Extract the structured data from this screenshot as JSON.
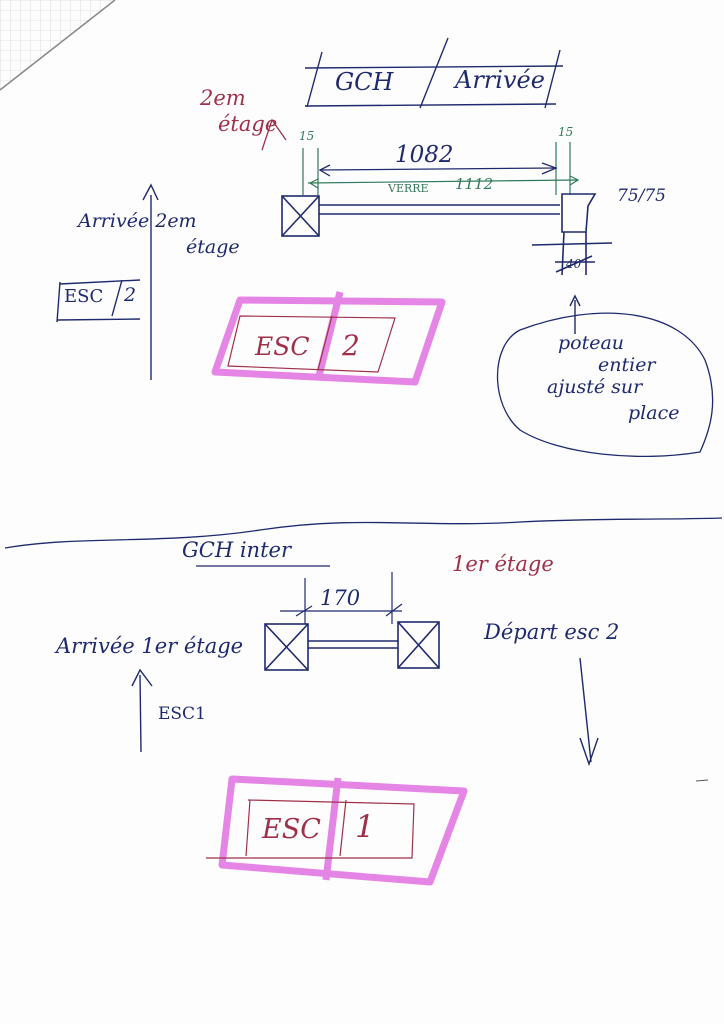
{
  "top_section": {
    "title_left": "GCH",
    "title_right": "Arrivée",
    "floor_note": [
      "2em",
      "étage"
    ],
    "dim_left": "15",
    "dim_right": "15",
    "span": "1082",
    "glass_label": "VERRE",
    "glass_value": "1112",
    "post_size": "75/75",
    "post_width": "40",
    "arrival_note": [
      "Arrivée 2em",
      "étage"
    ],
    "esc_small": [
      "ESC",
      "2"
    ],
    "esc_box": [
      "ESC",
      "2"
    ],
    "bubble": [
      "poteau",
      "entier",
      "ajusté sur",
      "place"
    ]
  },
  "bottom_section": {
    "title": "GCH inter",
    "floor_note": "1er étage",
    "span": "170",
    "arrival_note": "Arrivée 1er étage",
    "esc_label": "ESC1",
    "departure_note": "Départ esc 2",
    "esc_box": [
      "ESC",
      "1"
    ]
  },
  "colors": {
    "ink_blue": "#1f2a6e",
    "ink_red": "#a0304a",
    "ink_green": "#2f7a5a",
    "highlighter": "#e070e0"
  }
}
